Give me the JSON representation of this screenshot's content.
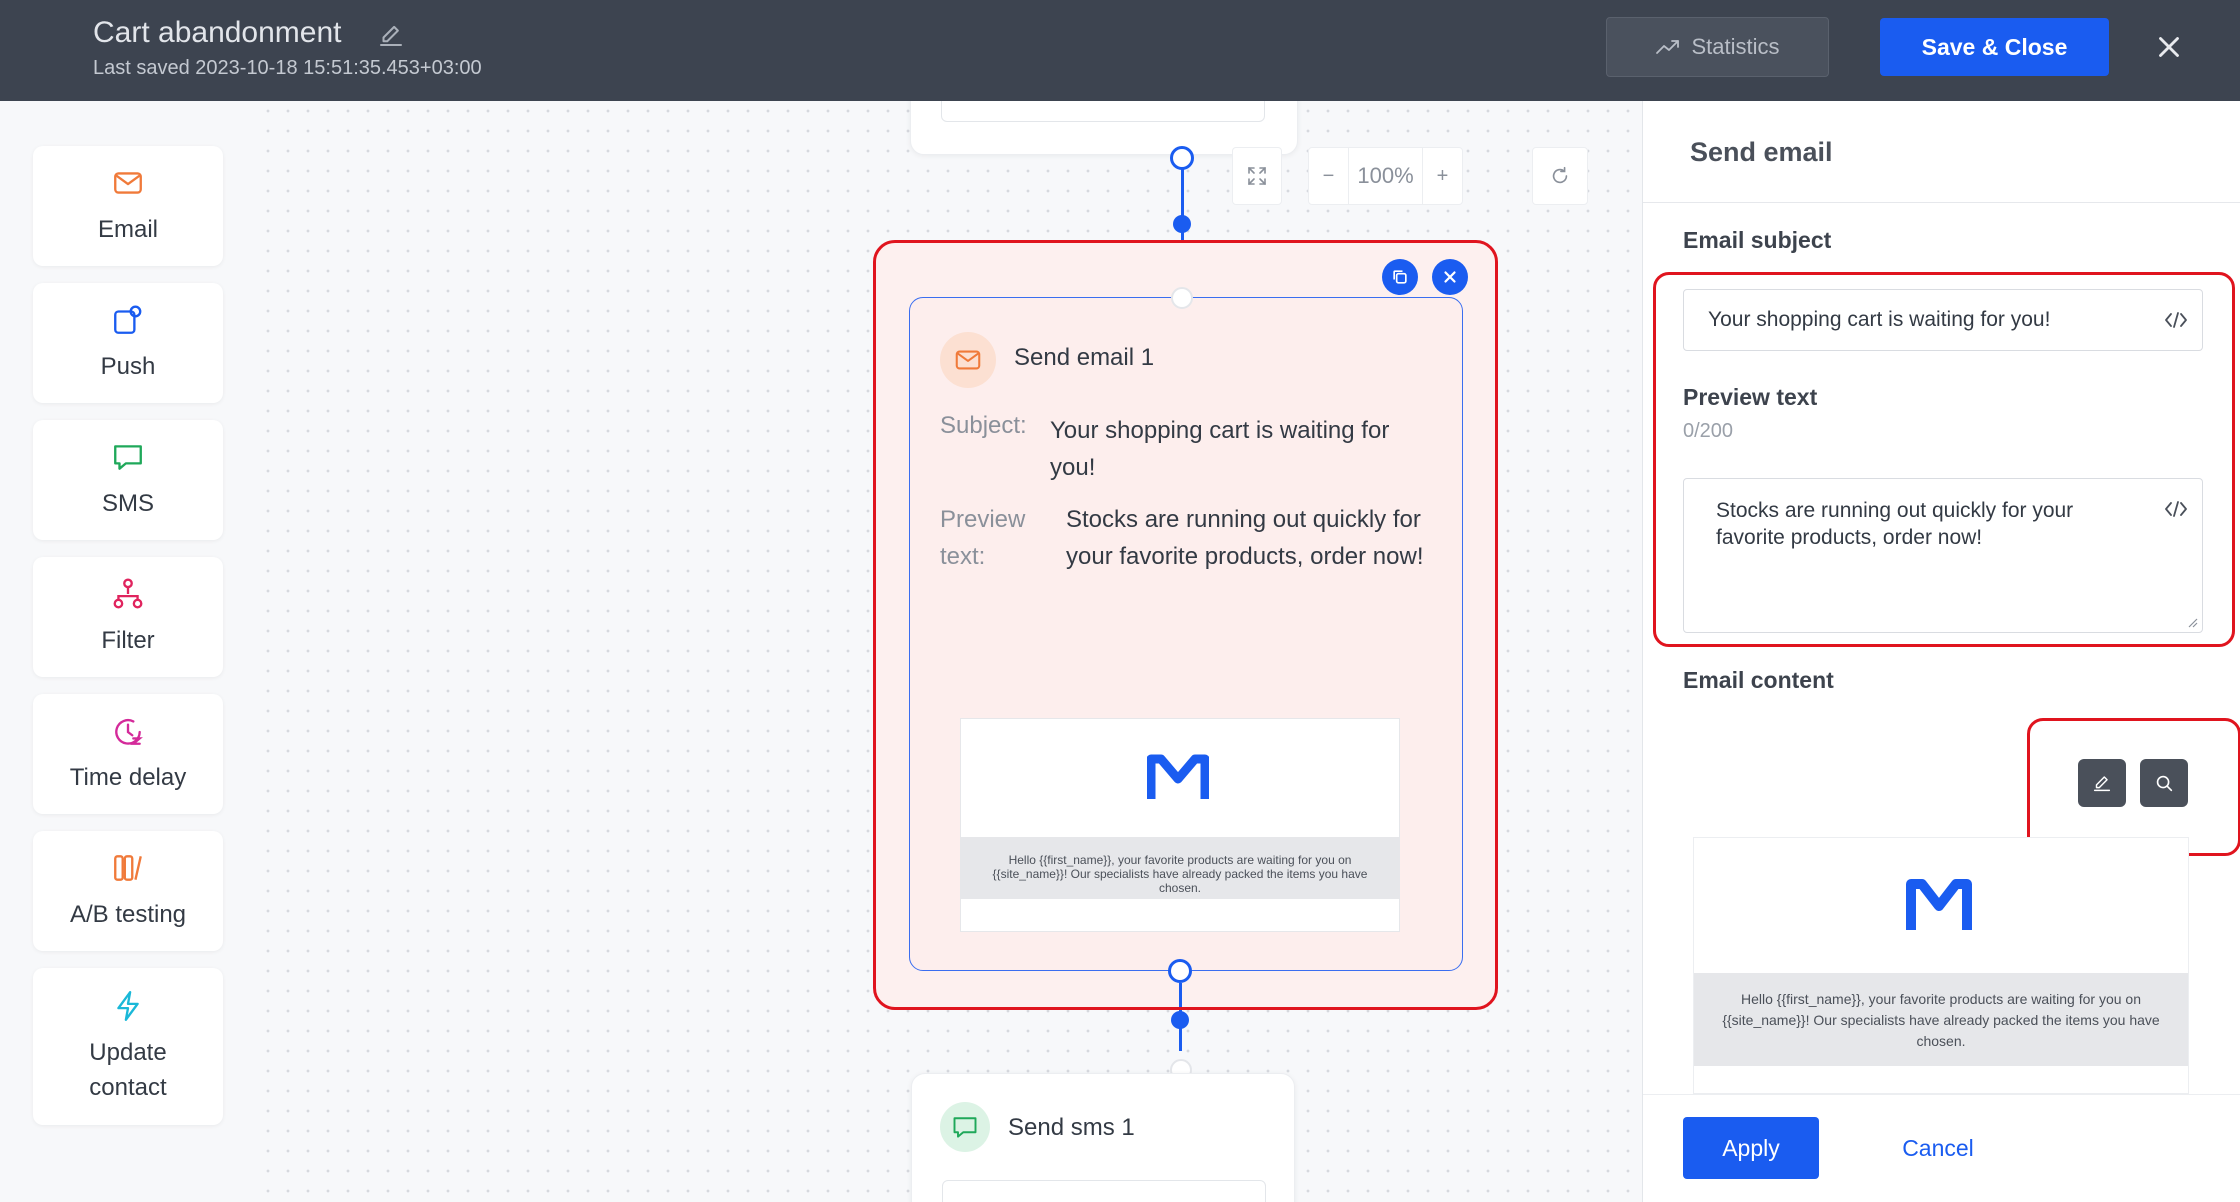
{
  "header": {
    "title": "Cart abandonment",
    "last_saved": "Last saved 2023-10-18 15:51:35.453+03:00",
    "statistics_label": "Statistics",
    "save_close_label": "Save & Close"
  },
  "palette": {
    "items": [
      {
        "label": "Email",
        "icon": "envelope-icon",
        "color": "#f07a3a"
      },
      {
        "label": "Push",
        "icon": "push-icon",
        "color": "#1a5cf0"
      },
      {
        "label": "SMS",
        "icon": "chat-icon",
        "color": "#1fa85a"
      },
      {
        "label": "Filter",
        "icon": "filter-tree-icon",
        "color": "#e0245e"
      },
      {
        "label": "Time delay",
        "icon": "clock-icon",
        "color": "#d42a9a"
      },
      {
        "label": "A/B testing",
        "icon": "ab-testing-icon",
        "color": "#f07a3a"
      },
      {
        "label": "Update\ncontact",
        "icon": "lightning-icon",
        "color": "#1ab8d8"
      }
    ]
  },
  "canvas": {
    "zoom_level": "100%",
    "zoom_out": "−",
    "zoom_in": "+",
    "email_node": {
      "title": "Send email 1",
      "subject_label": "Subject:",
      "subject_value": "Your shopping cart is waiting for you!",
      "preview_label": "Preview text:",
      "preview_value": "Stocks are running out quickly for your favorite products, order now!",
      "preview_body": "Hello {{first_name}}, your favorite products are waiting for you on {{site_name}}! Our specialists have already packed the items you have chosen."
    },
    "sms_node": {
      "title": "Send sms 1"
    }
  },
  "panel": {
    "title": "Send email",
    "subject_label": "Email subject",
    "subject_value": "Your shopping cart is waiting for you!",
    "preview_label": "Preview text",
    "preview_counter": "0/200",
    "preview_value": "Stocks are running out quickly for your favorite products, order now!",
    "content_label": "Email content",
    "content_body": "Hello {{first_name}}, your favorite products are waiting for you on {{site_name}}! Our specialists have already packed the items you have chosen.",
    "apply_label": "Apply",
    "cancel_label": "Cancel"
  },
  "colors": {
    "header_bg": "#3d4450",
    "accent": "#1a5cf0",
    "highlight": "#e0141e",
    "node_selected_bg": "#fdf0ef"
  }
}
